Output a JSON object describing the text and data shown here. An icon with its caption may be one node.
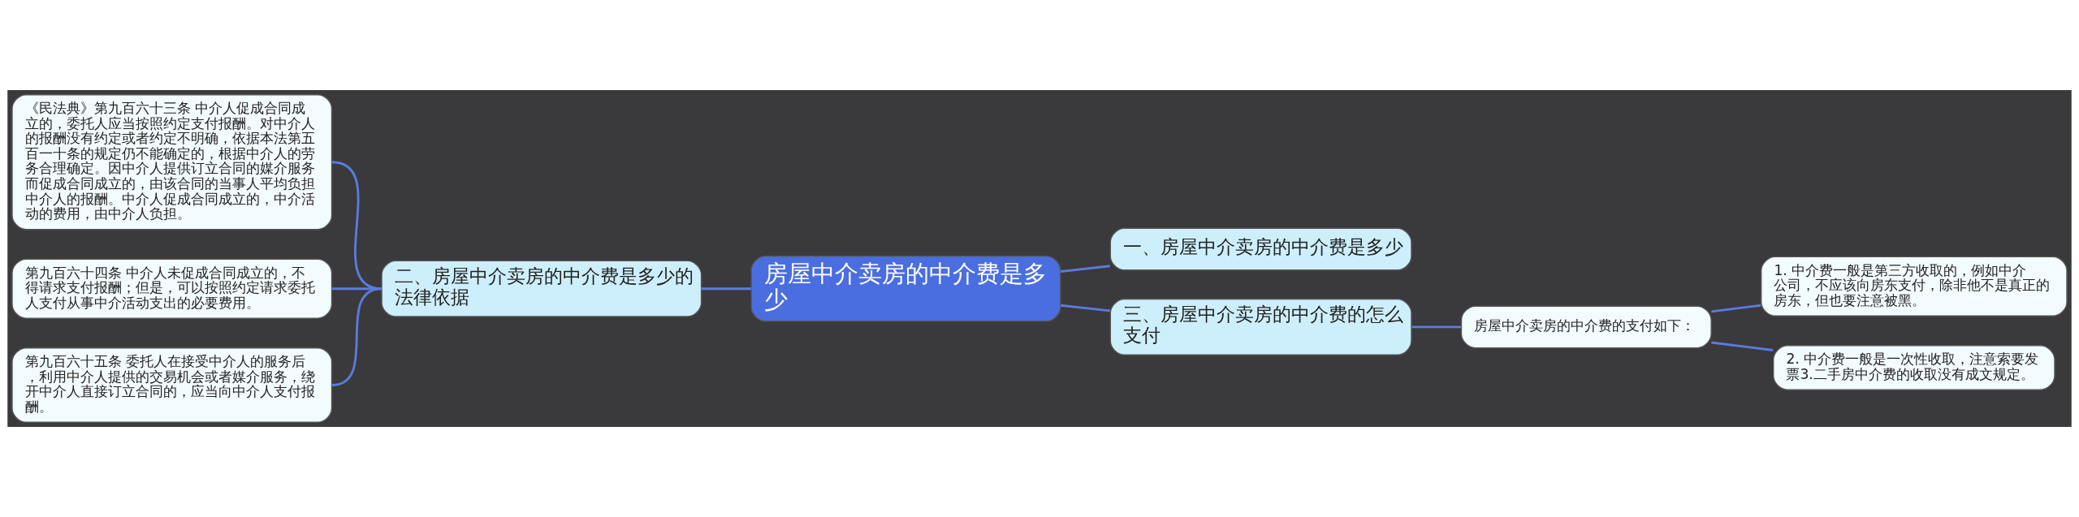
{
  "diagram": {
    "nodes": [
      {
        "text": [
          "房屋中介卖房的中介费是多少"
        ]
      },
      {
        "text": [
          "二、房屋中介卖房的中介费是多少的法律依据"
        ]
      },
      {
        "text": [
          "《民法典》第九百六十三条 中介人促成合同成立的，委托人应当按照约定支付报酬。对中介人的报酬没有约定或者约定不明确，依据本法第五百一十条的规定仍不能确定的，根据中介人的劳务合理确定。因中介人提供订立合同的媒介服务而促成合同成立的，由该合同的当事人平均负担中介人的报酬。中介人促成合同成立的，中介活动的费用，由中介人负担。"
        ]
      },
      {
        "text": [
          "第九百六十四条 中介人未促成合同成立的，不得请求支付报酬；但是，可以按照约定请求委托人支付从事中介活动支出的必要费用。"
        ]
      },
      {
        "text": [
          "第九百六十五条 委托人在接受中介人的服务后，利用中介人提供的交易机会或者媒介服务，绕开中介人直接订立合同的，应当向中介人支付报酬。"
        ]
      },
      {
        "text": [
          "一、房屋中介卖房的中介费是多少"
        ]
      },
      {
        "text": [
          "三、房屋中介卖房的中介费的怎么支付"
        ]
      },
      {
        "text": [
          "房屋中介卖房的中介费的支付如下："
        ]
      },
      {
        "text": [
          "1. 中介费一般是第三方收取的，例如中介公司，不应该向房东支付，除非他不是真正的房东，但也要注意被黑。"
        ]
      },
      {
        "text": [
          "2. 中介费一般是一次性收取，注意索要发票3.二手房中介费的收取没有成文规定。"
        ]
      }
    ],
    "edges": [
      {
        "from": 0,
        "to": 1,
        "arrow": "none"
      },
      {
        "from": 0,
        "to": 5,
        "arrow": "none"
      },
      {
        "from": 0,
        "to": 6,
        "arrow": "none"
      },
      {
        "from": 1,
        "to": 2,
        "arrow": "none"
      },
      {
        "from": 1,
        "to": 3,
        "arrow": "none"
      },
      {
        "from": 1,
        "to": 4,
        "arrow": "none"
      },
      {
        "from": 6,
        "to": 7,
        "arrow": "none"
      },
      {
        "from": 7,
        "to": 8,
        "arrow": "none"
      },
      {
        "from": 7,
        "to": 9,
        "arrow": "none"
      }
    ]
  }
}
